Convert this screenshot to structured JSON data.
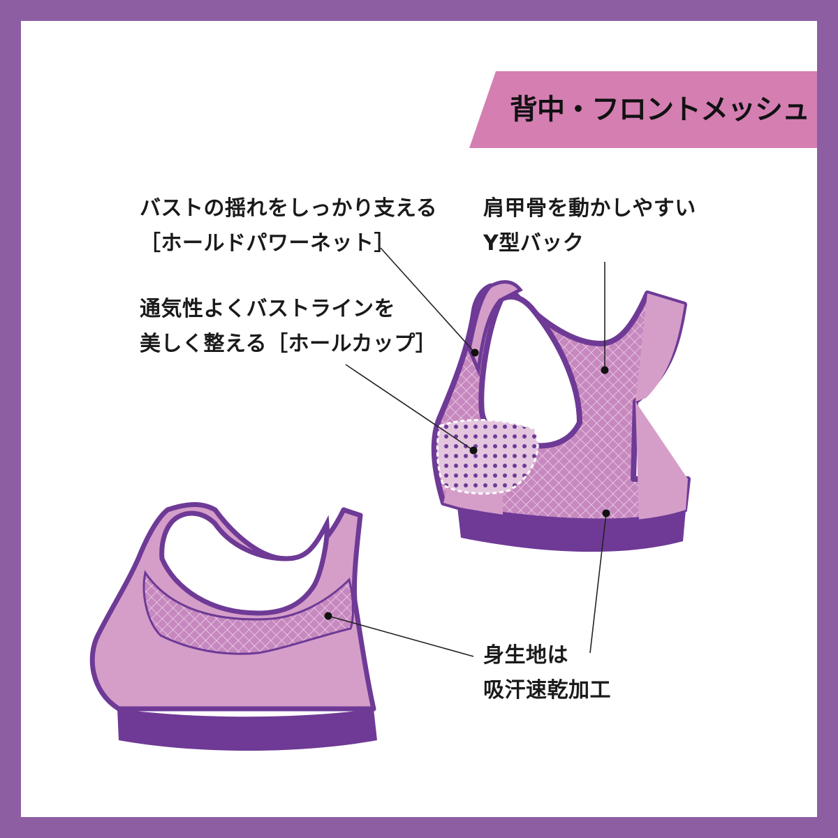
{
  "banner": {
    "title": "背中・フロントメッシュ"
  },
  "callouts": {
    "power_net": {
      "line1": "バストの揺れをしっかり支える",
      "line2": "［ホールドパワーネット］"
    },
    "y_back": {
      "line1": "肩甲骨を動かしやすい",
      "line2": "Y型バック"
    },
    "whole_cup": {
      "line1": "通気性よくバストラインを",
      "line2": "美しく整える［ホールカップ］"
    },
    "fabric": {
      "line1": "身生地は",
      "line2": "吸汗速乾加工"
    }
  },
  "colors": {
    "border": "#8e5ea3",
    "banner": "#d47eb2",
    "trim": "#6e3a96",
    "light_panel": "#d59ec9",
    "mesh_panel": "#c788bf",
    "mesh_line": "#f3e4f0"
  }
}
